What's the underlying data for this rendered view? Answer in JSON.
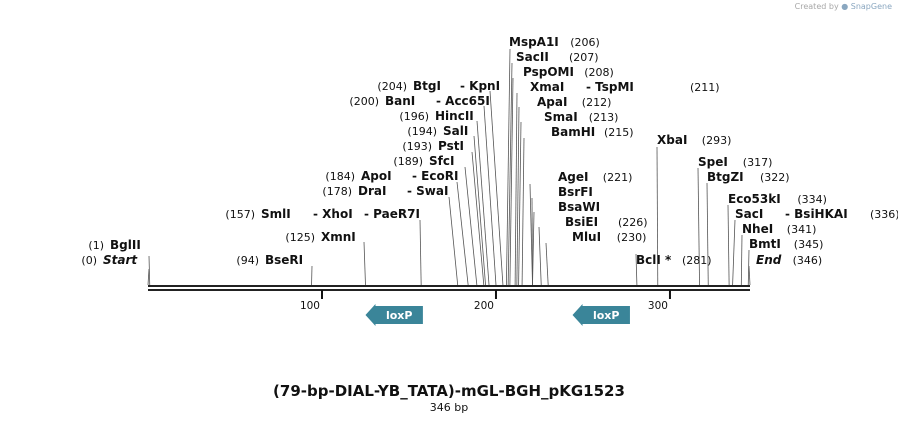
{
  "credit": {
    "prefix": "Created by",
    "brand": "SnapGene",
    "icon": "snapgene-logo-icon"
  },
  "map": {
    "title": "(79-bp-DIAL-YB_TATA)-mGL-BGH_pKG1523",
    "length_label": "346 bp",
    "length_bp": 346,
    "ticks": [
      {
        "bp": 100,
        "label": "100"
      },
      {
        "bp": 200,
        "label": "200"
      },
      {
        "bp": 300,
        "label": "300"
      }
    ],
    "features": [
      {
        "name": "loxP",
        "start": 125,
        "end": 158,
        "direction": "reverse",
        "color": "#3a8599"
      },
      {
        "name": "loxP",
        "start": 244,
        "end": 277,
        "direction": "reverse",
        "color": "#3a8599"
      }
    ],
    "sites": [
      {
        "label": "Start",
        "pos": "(0)",
        "bp": 0,
        "special": true
      },
      {
        "label": "BglII",
        "pos": "(1)",
        "bp": 1
      },
      {
        "label": "BseRI",
        "pos": "(94)",
        "bp": 94
      },
      {
        "label": "XmnI",
        "pos": "(125)",
        "bp": 125
      },
      {
        "label": "SmlI",
        "pos": "(157)",
        "bp": 157,
        "extra": [
          "XhoI",
          "PaeR7I"
        ]
      },
      {
        "label": "DraI",
        "pos": "(178)",
        "bp": 178,
        "extra": [
          "SwaI"
        ]
      },
      {
        "label": "ApoI",
        "pos": "(184)",
        "bp": 184,
        "extra": [
          "EcoRI"
        ]
      },
      {
        "label": "SfcI",
        "pos": "(189)",
        "bp": 189
      },
      {
        "label": "PstI",
        "pos": "(193)",
        "bp": 193
      },
      {
        "label": "SalI",
        "pos": "(194)",
        "bp": 194
      },
      {
        "label": "HincII",
        "pos": "(196)",
        "bp": 196
      },
      {
        "label": "BanI",
        "pos": "(200)",
        "bp": 200,
        "extra": [
          "Acc65I"
        ]
      },
      {
        "label": "BtgI",
        "pos": "(204)",
        "bp": 204,
        "extra": [
          "KpnI"
        ]
      },
      {
        "label": "MspA1I",
        "pos": "(206)",
        "bp": 206
      },
      {
        "label": "SacII",
        "pos": "(207)",
        "bp": 207
      },
      {
        "label": "PspOMI",
        "pos": "(208)",
        "bp": 208
      },
      {
        "label": "XmaI",
        "pos": "(211)",
        "bp": 211,
        "extra": [
          "TspMI"
        ]
      },
      {
        "label": "ApaI",
        "pos": "(212)",
        "bp": 212
      },
      {
        "label": "SmaI",
        "pos": "(213)",
        "bp": 213
      },
      {
        "label": "BamHI",
        "pos": "(215)",
        "bp": 215
      },
      {
        "label": "AgeI",
        "pos": "(221)",
        "bp": 221
      },
      {
        "label": "BsrFI",
        "pos": "",
        "bp": 221
      },
      {
        "label": "BsaWI",
        "pos": "",
        "bp": 221
      },
      {
        "label": "BsiEI",
        "pos": "(226)",
        "bp": 226
      },
      {
        "label": "MluI",
        "pos": "(230)",
        "bp": 230
      },
      {
        "label": "BclI *",
        "pos": "(281)",
        "bp": 281
      },
      {
        "label": "XbaI",
        "pos": "(293)",
        "bp": 293
      },
      {
        "label": "SpeI",
        "pos": "(317)",
        "bp": 317
      },
      {
        "label": "BtgZI",
        "pos": "(322)",
        "bp": 322
      },
      {
        "label": "Eco53kI",
        "pos": "(334)",
        "bp": 334
      },
      {
        "label": "SacI",
        "pos": "(336)",
        "bp": 336,
        "extra": [
          "BsiHKAI"
        ]
      },
      {
        "label": "NheI",
        "pos": "(341)",
        "bp": 341
      },
      {
        "label": "BmtI",
        "pos": "(345)",
        "bp": 345
      },
      {
        "label": "End",
        "pos": "(346)",
        "bp": 346,
        "special": true
      }
    ]
  }
}
